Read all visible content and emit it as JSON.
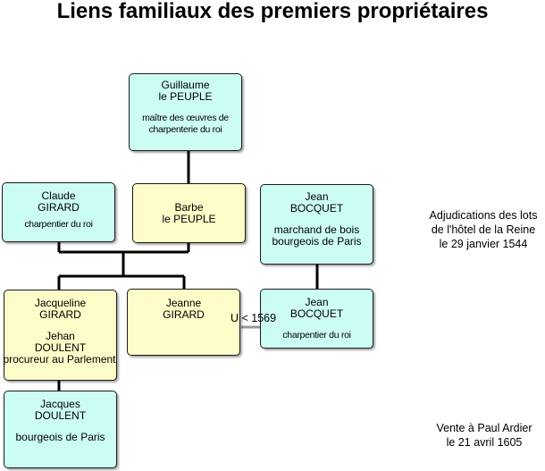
{
  "title": "Liens familiaux des premiers propriétaires",
  "people": {
    "guillaume": {
      "first": "Guillaume",
      "last": "le PEUPLE",
      "role1": "maître des œuvres de",
      "role2": "charpenterie du roi"
    },
    "claude": {
      "first": "Claude",
      "last": "GIRARD",
      "role1": "charpentier du roi"
    },
    "barbe": {
      "first": "Barbe",
      "last": "le PEUPLE"
    },
    "jean1": {
      "first": "Jean",
      "last": "BOCQUET",
      "role1": "marchand de bois",
      "role2": "bourgeois de Paris"
    },
    "jacqueline": {
      "first": "Jacqueline",
      "last": "GIRARD",
      "spouse_first": "Jehan",
      "spouse_last": "DOULENT",
      "spouse_role": "procureur au Parlement"
    },
    "jeanne": {
      "first": "Jeanne",
      "last": "GIRARD"
    },
    "jean2": {
      "first": "Jean",
      "last": "BOCQUET",
      "role1": "charpentier du roi"
    },
    "jacques": {
      "first": "Jacques",
      "last": "DOULENT",
      "role1": "bourgeois de Paris"
    }
  },
  "union_label": "U < 1569",
  "notes": {
    "adjudication": [
      "Adjudications des lots",
      "de l'hôtel de la Reine",
      "le 29 janvier 1544"
    ],
    "vente": [
      "Vente à Paul Ardier",
      "le 21 avril 1605"
    ]
  },
  "colors": {
    "cyan": "#ccfdf5",
    "yellow": "#fefcc8",
    "union_line": "#999999"
  }
}
